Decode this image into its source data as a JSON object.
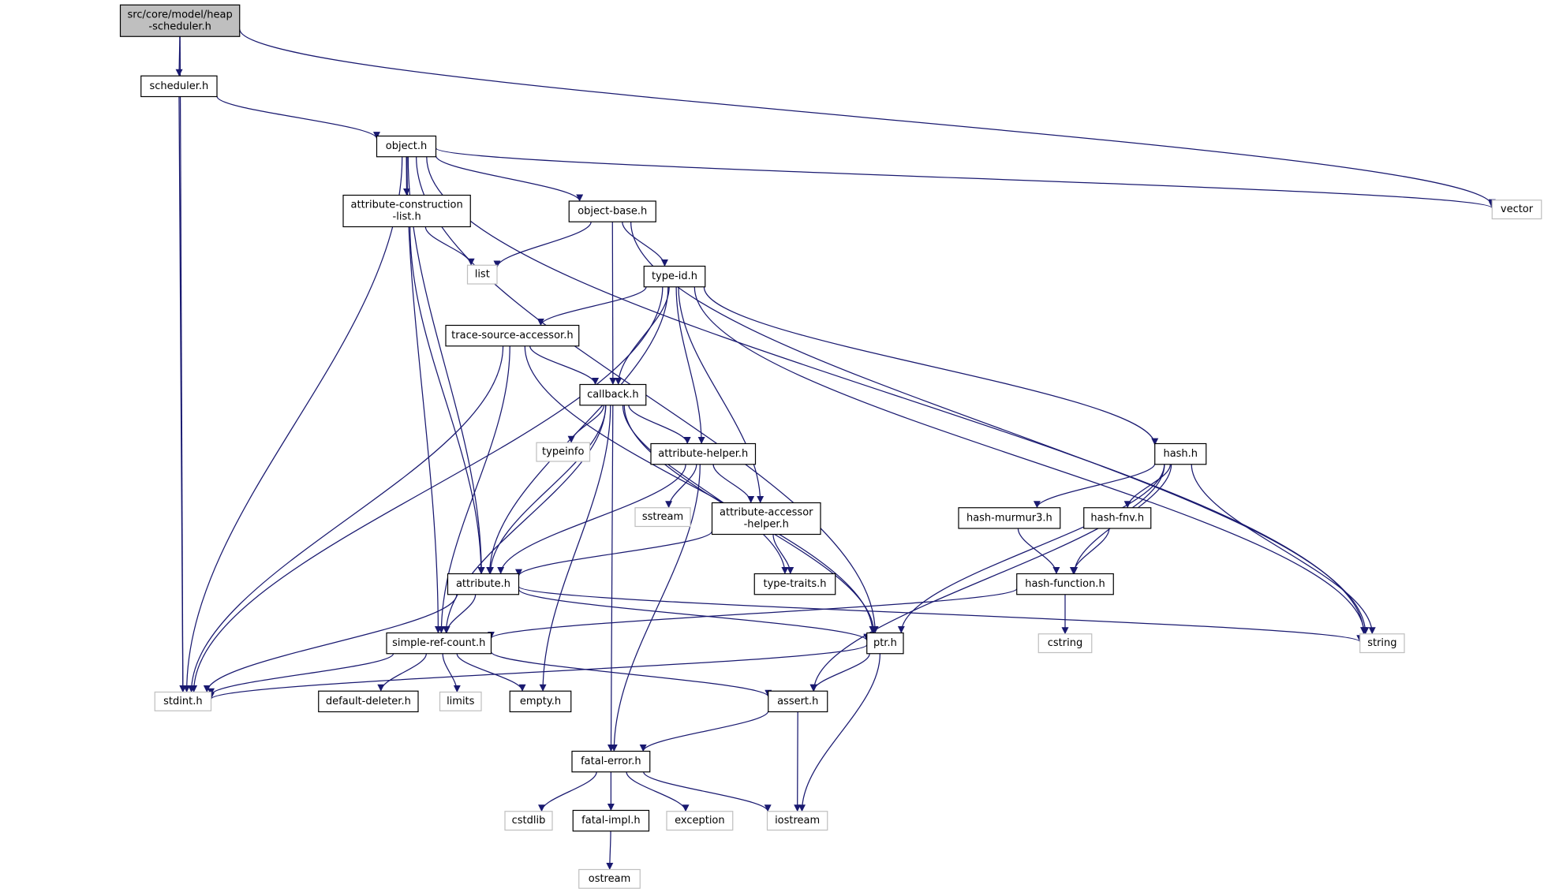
{
  "graph": {
    "colors": {
      "edge": "#191970",
      "node_border": "#000000",
      "external_border": "#bfbfbf",
      "root_fill": "#bfbfbf",
      "background": "#ffffff"
    },
    "nodes": [
      {
        "id": "root",
        "label": [
          "src/core/model/heap",
          "-scheduler.h"
        ],
        "kind": "root"
      },
      {
        "id": "scheduler",
        "label": [
          "scheduler.h"
        ],
        "kind": "internal"
      },
      {
        "id": "object",
        "label": [
          "object.h"
        ],
        "kind": "internal"
      },
      {
        "id": "vector",
        "label": [
          "vector"
        ],
        "kind": "external"
      },
      {
        "id": "acl",
        "label": [
          "attribute-construction",
          "-list.h"
        ],
        "kind": "internal"
      },
      {
        "id": "objbase",
        "label": [
          "object-base.h"
        ],
        "kind": "internal"
      },
      {
        "id": "list",
        "label": [
          "list"
        ],
        "kind": "external"
      },
      {
        "id": "typeid",
        "label": [
          "type-id.h"
        ],
        "kind": "internal"
      },
      {
        "id": "tsa",
        "label": [
          "trace-source-accessor.h"
        ],
        "kind": "internal"
      },
      {
        "id": "callback",
        "label": [
          "callback.h"
        ],
        "kind": "internal"
      },
      {
        "id": "typeinfo",
        "label": [
          "typeinfo"
        ],
        "kind": "external"
      },
      {
        "id": "ahelper",
        "label": [
          "attribute-helper.h"
        ],
        "kind": "internal"
      },
      {
        "id": "hash",
        "label": [
          "hash.h"
        ],
        "kind": "internal"
      },
      {
        "id": "sstream",
        "label": [
          "sstream"
        ],
        "kind": "external"
      },
      {
        "id": "aah",
        "label": [
          "attribute-accessor",
          "-helper.h"
        ],
        "kind": "internal"
      },
      {
        "id": "murmur",
        "label": [
          "hash-murmur3.h"
        ],
        "kind": "internal"
      },
      {
        "id": "fnv",
        "label": [
          "hash-fnv.h"
        ],
        "kind": "internal"
      },
      {
        "id": "attribute",
        "label": [
          "attribute.h"
        ],
        "kind": "internal"
      },
      {
        "id": "typetraits",
        "label": [
          "type-traits.h"
        ],
        "kind": "internal"
      },
      {
        "id": "hashfn",
        "label": [
          "hash-function.h"
        ],
        "kind": "internal"
      },
      {
        "id": "src",
        "label": [
          "simple-ref-count.h"
        ],
        "kind": "internal"
      },
      {
        "id": "ptr",
        "label": [
          "ptr.h"
        ],
        "kind": "internal"
      },
      {
        "id": "cstring",
        "label": [
          "cstring"
        ],
        "kind": "external"
      },
      {
        "id": "string",
        "label": [
          "string"
        ],
        "kind": "external"
      },
      {
        "id": "stdint",
        "label": [
          "stdint.h"
        ],
        "kind": "external"
      },
      {
        "id": "deleter",
        "label": [
          "default-deleter.h"
        ],
        "kind": "internal"
      },
      {
        "id": "limits",
        "label": [
          "limits"
        ],
        "kind": "external"
      },
      {
        "id": "empty",
        "label": [
          "empty.h"
        ],
        "kind": "internal"
      },
      {
        "id": "assert",
        "label": [
          "assert.h"
        ],
        "kind": "internal"
      },
      {
        "id": "fatal",
        "label": [
          "fatal-error.h"
        ],
        "kind": "internal"
      },
      {
        "id": "cstdlib",
        "label": [
          "cstdlib"
        ],
        "kind": "external"
      },
      {
        "id": "fatalimpl",
        "label": [
          "fatal-impl.h"
        ],
        "kind": "internal"
      },
      {
        "id": "exception",
        "label": [
          "exception"
        ],
        "kind": "external"
      },
      {
        "id": "iostream",
        "label": [
          "iostream"
        ],
        "kind": "external"
      },
      {
        "id": "ostream",
        "label": [
          "ostream"
        ],
        "kind": "external"
      }
    ],
    "edges": [
      [
        "root",
        "scheduler"
      ],
      [
        "root",
        "vector"
      ],
      [
        "root",
        "stdint"
      ],
      [
        "scheduler",
        "object"
      ],
      [
        "scheduler",
        "stdint"
      ],
      [
        "object",
        "acl"
      ],
      [
        "object",
        "objbase"
      ],
      [
        "object",
        "vector"
      ],
      [
        "object",
        "string"
      ],
      [
        "object",
        "ptr"
      ],
      [
        "object",
        "attribute"
      ],
      [
        "object",
        "src"
      ],
      [
        "object",
        "stdint"
      ],
      [
        "acl",
        "list"
      ],
      [
        "acl",
        "attribute"
      ],
      [
        "objbase",
        "list"
      ],
      [
        "objbase",
        "typeid"
      ],
      [
        "objbase",
        "callback"
      ],
      [
        "objbase",
        "string"
      ],
      [
        "typeid",
        "tsa"
      ],
      [
        "typeid",
        "callback"
      ],
      [
        "typeid",
        "ahelper"
      ],
      [
        "typeid",
        "aah"
      ],
      [
        "typeid",
        "hash"
      ],
      [
        "typeid",
        "attribute"
      ],
      [
        "typeid",
        "stdint"
      ],
      [
        "typeid",
        "string"
      ],
      [
        "tsa",
        "callback"
      ],
      [
        "tsa",
        "ptr"
      ],
      [
        "tsa",
        "src"
      ],
      [
        "tsa",
        "stdint"
      ],
      [
        "callback",
        "typeinfo"
      ],
      [
        "callback",
        "ahelper"
      ],
      [
        "callback",
        "attribute"
      ],
      [
        "callback",
        "ptr"
      ],
      [
        "callback",
        "typetraits"
      ],
      [
        "callback",
        "src"
      ],
      [
        "callback",
        "empty"
      ],
      [
        "callback",
        "fatal"
      ],
      [
        "ahelper",
        "sstream"
      ],
      [
        "ahelper",
        "aah"
      ],
      [
        "ahelper",
        "attribute"
      ],
      [
        "ahelper",
        "fatal"
      ],
      [
        "aah",
        "attribute"
      ],
      [
        "aah",
        "typetraits"
      ],
      [
        "hash",
        "murmur"
      ],
      [
        "hash",
        "fnv"
      ],
      [
        "hash",
        "hashfn"
      ],
      [
        "hash",
        "string"
      ],
      [
        "hash",
        "ptr"
      ],
      [
        "hash",
        "assert"
      ],
      [
        "murmur",
        "hashfn"
      ],
      [
        "fnv",
        "hashfn"
      ],
      [
        "hashfn",
        "cstring"
      ],
      [
        "hashfn",
        "src"
      ],
      [
        "attribute",
        "src"
      ],
      [
        "attribute",
        "ptr"
      ],
      [
        "attribute",
        "string"
      ],
      [
        "attribute",
        "stdint"
      ],
      [
        "src",
        "stdint"
      ],
      [
        "src",
        "deleter"
      ],
      [
        "src",
        "limits"
      ],
      [
        "src",
        "empty"
      ],
      [
        "src",
        "assert"
      ],
      [
        "ptr",
        "assert"
      ],
      [
        "ptr",
        "iostream"
      ],
      [
        "ptr",
        "stdint"
      ],
      [
        "assert",
        "fatal"
      ],
      [
        "assert",
        "iostream"
      ],
      [
        "fatal",
        "cstdlib"
      ],
      [
        "fatal",
        "fatalimpl"
      ],
      [
        "fatal",
        "exception"
      ],
      [
        "fatal",
        "iostream"
      ],
      [
        "fatalimpl",
        "ostream"
      ]
    ]
  }
}
